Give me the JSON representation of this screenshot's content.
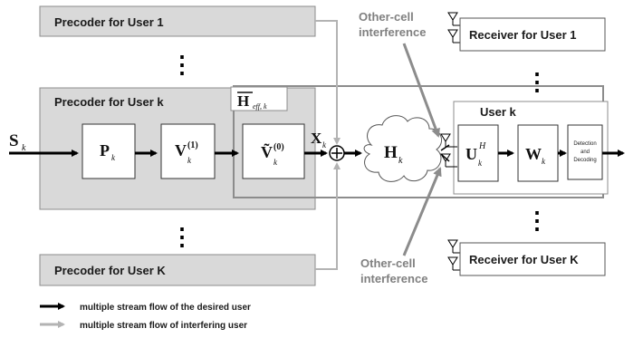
{
  "precoders": {
    "user1": "Precoder for User 1",
    "userk": "Precoder for User k",
    "userK": "Precoder for User K"
  },
  "receivers": {
    "user1": "Receiver for User 1",
    "userK": "Receiver for User K"
  },
  "user_k_box": "User  k",
  "interference": {
    "top_line1": "Other-cell",
    "top_line2": "interference",
    "bottom_line1": "Other-cell",
    "bottom_line2": "interference"
  },
  "symbols": {
    "s": "S",
    "s_sub": "k",
    "p": "P",
    "p_sub": "k",
    "v1": "V",
    "v1_sup": "(1)",
    "v1_sub": "k",
    "v0": "Ṽ",
    "v0_sup": "(0)",
    "v0_sub": "k",
    "x": "X",
    "x_sub": "k",
    "h": "H",
    "h_sub": "k",
    "heff": "H",
    "heff_sub": "eff, k",
    "u": "U",
    "u_sup": "H",
    "u_sub": "k",
    "w": "W",
    "w_sub": "k",
    "ellipsis": "⋮"
  },
  "detection": {
    "line1": "Detection",
    "line2": "and",
    "line3": "Decoding"
  },
  "legend": {
    "desired": "multiple stream flow of the desired user",
    "interfering": "multiple stream flow of interfering user"
  },
  "colors": {
    "box_fill": "#d9d9d9",
    "box_stroke": "#8c8c8c",
    "desired_arrow": "#000000",
    "interfering_arrow": "#b3b3b3",
    "interference_text": "#808080"
  }
}
